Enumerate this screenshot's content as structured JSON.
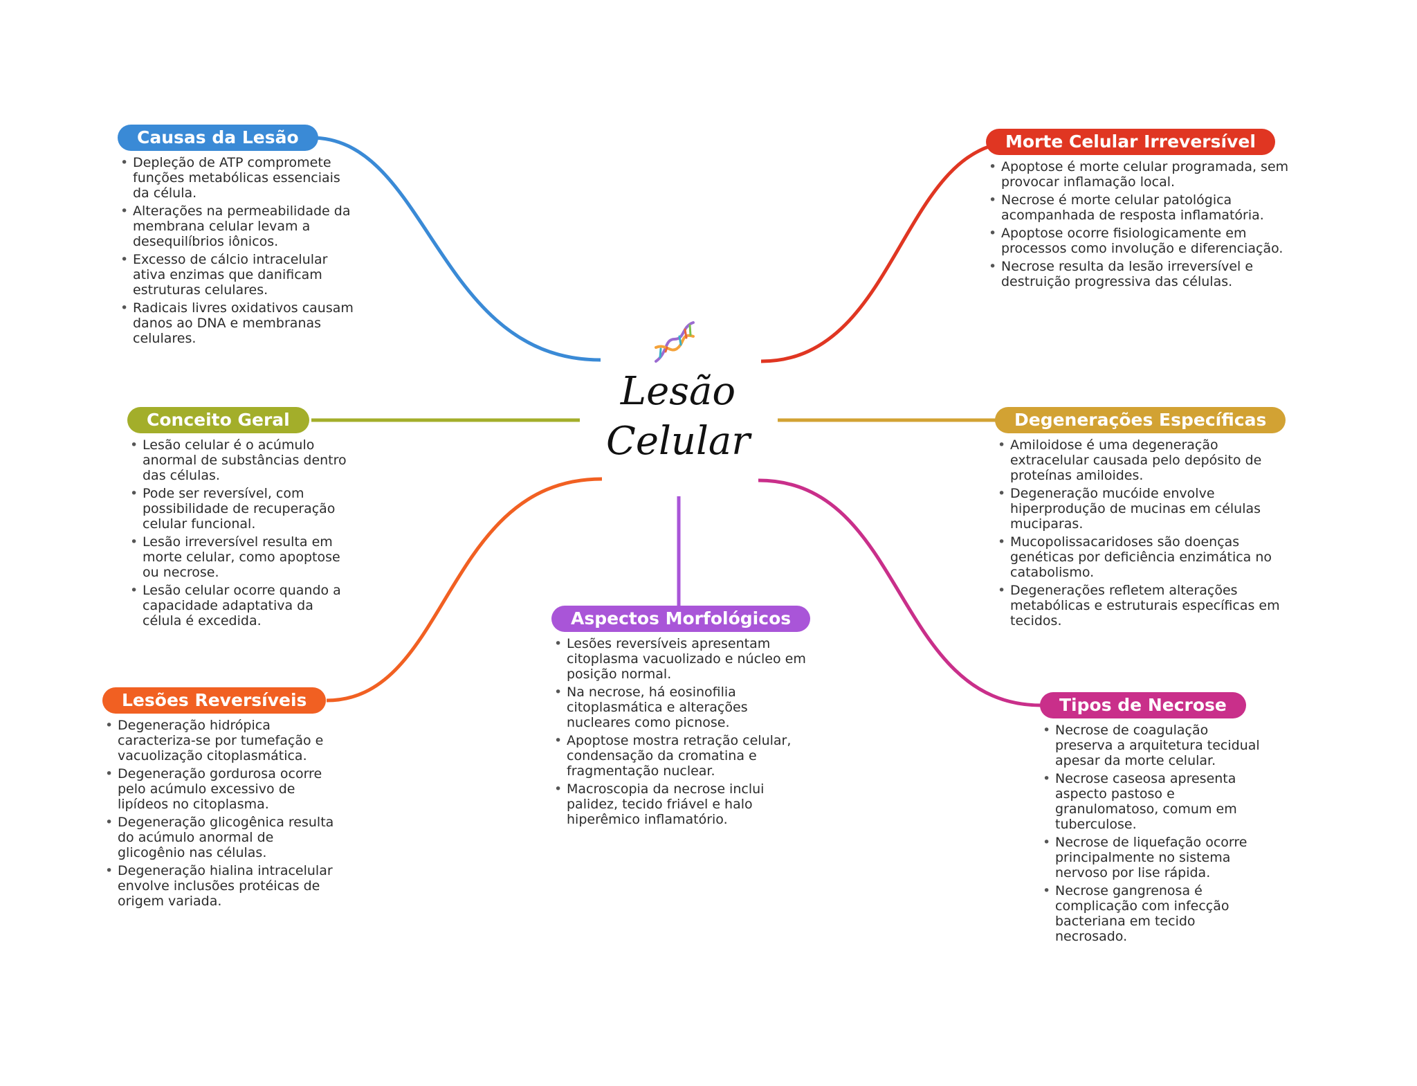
{
  "colors": {
    "causas": "#3a8ad6",
    "conceito": "#a3ae2a",
    "reversiveis": "#f16022",
    "aspectos": "#a955d8",
    "morte": "#e03622",
    "degeneracoes": "#d2a233",
    "necrose": "#c92f8a"
  },
  "center": {
    "line1": "Lesão",
    "line2": "Celular",
    "icon": "dna-icon"
  },
  "branches": {
    "causas": {
      "title": "Causas da Lesão",
      "items": [
        "Depleção de ATP compromete funções metabólicas essenciais da célula.",
        "Alterações na permeabilidade da membrana celular levam a desequilíbrios iônicos.",
        "Excesso de cálcio intracelular ativa enzimas que danificam estruturas celulares.",
        "Radicais livres oxidativos causam danos ao DNA e membranas celulares."
      ]
    },
    "conceito": {
      "title": "Conceito Geral",
      "items": [
        "Lesão celular é o acúmulo anormal de substâncias dentro das células.",
        "Pode ser reversível, com possibilidade de recuperação celular funcional.",
        "Lesão irreversível resulta em morte celular, como apoptose ou necrose.",
        "Lesão celular ocorre quando a capacidade adaptativa da célula é excedida."
      ]
    },
    "reversiveis": {
      "title": "Lesões Reversíveis",
      "items": [
        "Degeneração hidrópica caracteriza-se por tumefação e vacuolização citoplasmática.",
        "Degeneração gordurosa ocorre pelo acúmulo excessivo de lipídeos no citoplasma.",
        "Degeneração glicogênica resulta do acúmulo anormal de glicogênio nas células.",
        "Degeneração hialina intracelular envolve inclusões protéicas de origem variada."
      ]
    },
    "aspectos": {
      "title": "Aspectos Morfológicos",
      "items": [
        "Lesões reversíveis apresentam citoplasma vacuolizado e núcleo em posição normal.",
        "Na necrose, há eosinofilia citoplasmática e alterações nucleares como picnose.",
        "Apoptose mostra retração celular, condensação da cromatina e fragmentação nuclear.",
        "Macroscopia da necrose inclui palidez, tecido friável e halo hiperêmico inflamatório."
      ]
    },
    "morte": {
      "title": "Morte Celular Irreversível",
      "items": [
        "Apoptose é morte celular programada, sem provocar inflamação local.",
        "Necrose é morte celular patológica acompanhada de resposta inflamatória.",
        "Apoptose ocorre fisiologicamente em processos como involução e diferenciação.",
        "Necrose resulta da lesão irreversível e destruição progressiva das células."
      ]
    },
    "degeneracoes": {
      "title": "Degenerações Específicas",
      "items": [
        "Amiloidose é uma degeneração extracelular causada pelo depósito de proteínas amiloides.",
        "Degeneração mucóide envolve hiperprodução de mucinas em células muciparas.",
        "Mucopolissacaridoses são doenças genéticas por deficiência enzimática no catabolismo.",
        "Degenerações refletem alterações metabólicas e estruturais específicas em tecidos."
      ]
    },
    "necrose": {
      "title": "Tipos de Necrose",
      "items": [
        "Necrose de coagulação preserva a arquitetura tecidual apesar da morte celular.",
        "Necrose caseosa apresenta aspecto pastoso e granulomatoso, comum em tuberculose.",
        "Necrose de liquefação ocorre principalmente no sistema nervoso por lise rápida.",
        "Necrose gangrenosa é complicação com infecção bacteriana em tecido necrosado."
      ]
    }
  }
}
